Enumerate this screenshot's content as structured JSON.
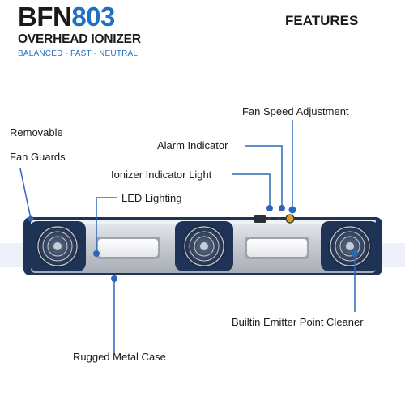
{
  "brand": {
    "model_prefix": "BFN",
    "model_number": "803",
    "subtitle": "OVERHEAD IONIZER",
    "tagline": "BALANCED - FAST - NEUTRAL"
  },
  "features_heading": "FEATURES",
  "callouts": {
    "fan_speed": "Fan Speed Adjustment",
    "removable_1": "Removable",
    "removable_2": "Fan Guards",
    "alarm": "Alarm Indicator",
    "ionizer_light": "Ionizer Indicator Light",
    "led": "LED Lighting",
    "emitter": "Builtin Emitter Point Cleaner",
    "case": "Rugged Metal Case"
  },
  "colors": {
    "accent_blue": "#1f6fc2",
    "callout_blue": "#2d66b8",
    "text_dark": "#1a1a1a",
    "body_silver": "#c9ccd2",
    "fan_navy": "#1f3357"
  }
}
